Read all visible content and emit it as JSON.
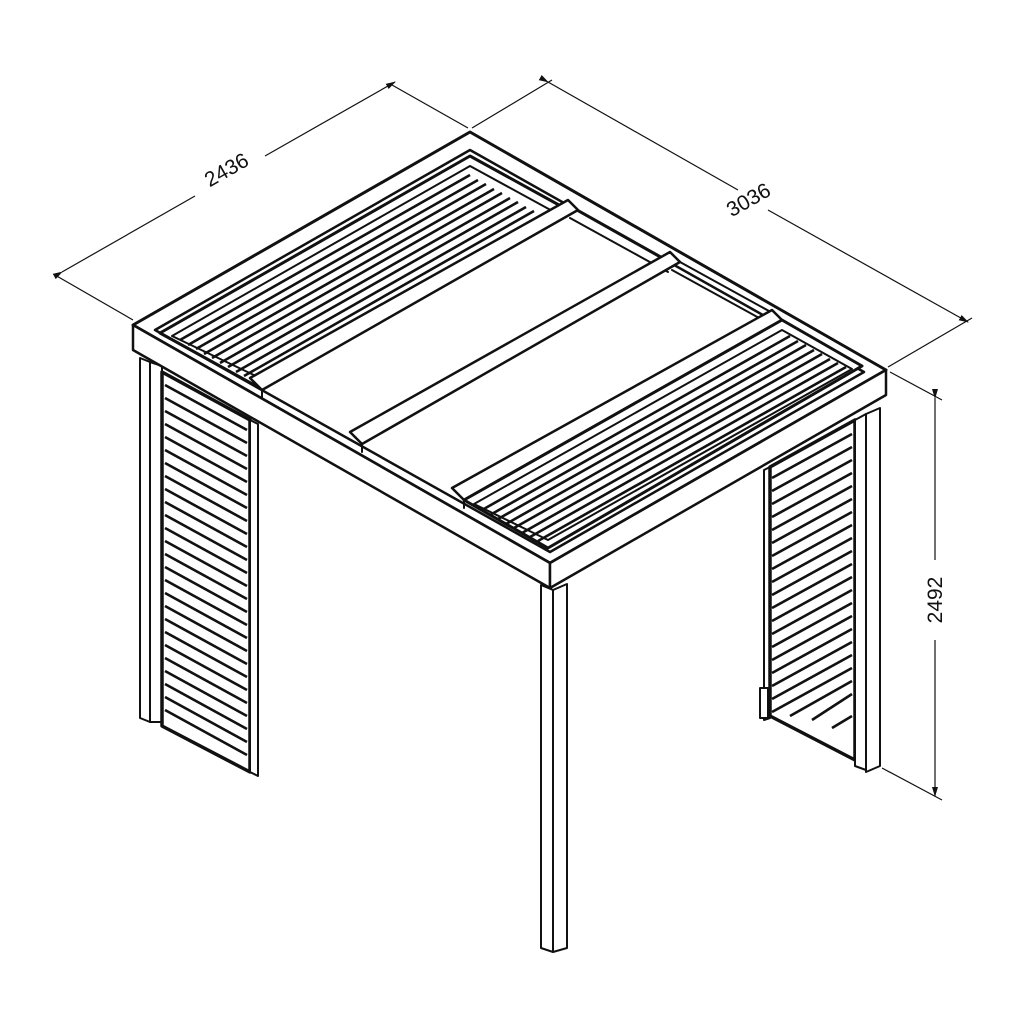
{
  "drawing": {
    "subject": "Pergola with louvred roof panels and louvred side panels",
    "background_color": "#ffffff",
    "line_color": "#111111"
  },
  "dimensions": {
    "width": {
      "label": "2436",
      "value": 2436
    },
    "length": {
      "label": "3036",
      "value": 3036
    },
    "height": {
      "label": "2492",
      "value": 2492
    }
  }
}
